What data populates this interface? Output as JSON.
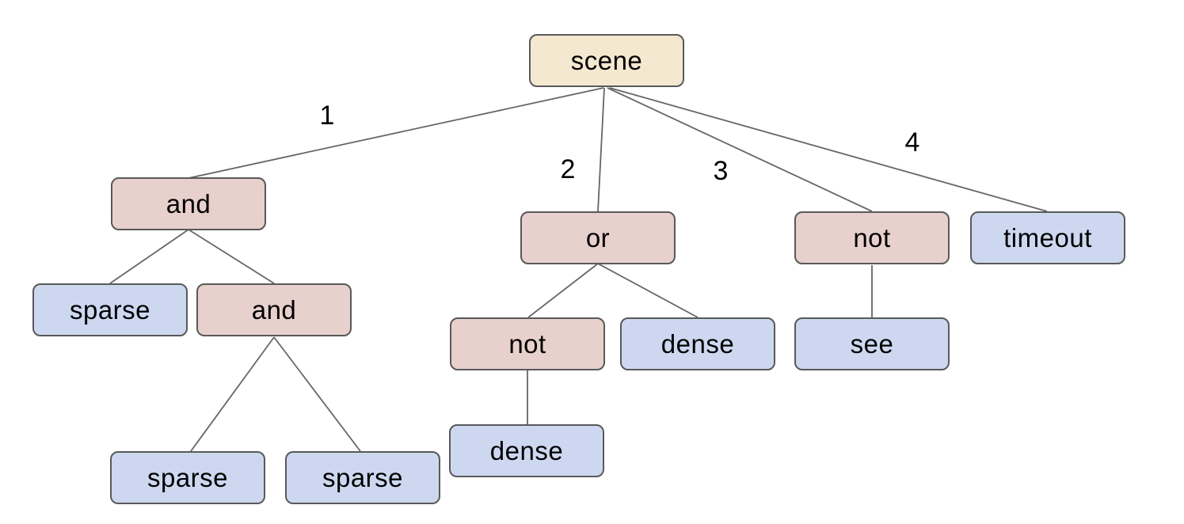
{
  "diagram": {
    "description": "behavior-tree of scene with logical operators",
    "colors": {
      "root_fill": "#f5e8d0",
      "operator_fill": "#e8d0cc",
      "leaf_fill": "#cdd8f0",
      "node_border": "#595959",
      "edge_line": "#666666",
      "text": "#000000",
      "background": "#ffffff"
    },
    "nodes": [
      {
        "id": "scene",
        "label": "scene",
        "kind": "root"
      },
      {
        "id": "and1",
        "label": "and",
        "kind": "operator"
      },
      {
        "id": "or1",
        "label": "or",
        "kind": "operator"
      },
      {
        "id": "not1",
        "label": "not",
        "kind": "operator"
      },
      {
        "id": "timeout1",
        "label": "timeout",
        "kind": "leaf"
      },
      {
        "id": "sparse1",
        "label": "sparse",
        "kind": "leaf"
      },
      {
        "id": "and2",
        "label": "and",
        "kind": "operator"
      },
      {
        "id": "not2",
        "label": "not",
        "kind": "operator"
      },
      {
        "id": "dense1",
        "label": "dense",
        "kind": "leaf"
      },
      {
        "id": "see1",
        "label": "see",
        "kind": "leaf"
      },
      {
        "id": "sparse2",
        "label": "sparse",
        "kind": "leaf"
      },
      {
        "id": "sparse3",
        "label": "sparse",
        "kind": "leaf"
      },
      {
        "id": "dense2",
        "label": "dense",
        "kind": "leaf"
      }
    ],
    "edges": [
      {
        "from": "scene",
        "to": "and1",
        "label": "1"
      },
      {
        "from": "scene",
        "to": "or1",
        "label": "2"
      },
      {
        "from": "scene",
        "to": "not1",
        "label": "3"
      },
      {
        "from": "scene",
        "to": "timeout1",
        "label": "4"
      },
      {
        "from": "and1",
        "to": "sparse1",
        "label": ""
      },
      {
        "from": "and1",
        "to": "and2",
        "label": ""
      },
      {
        "from": "and2",
        "to": "sparse2",
        "label": ""
      },
      {
        "from": "and2",
        "to": "sparse3",
        "label": ""
      },
      {
        "from": "or1",
        "to": "not2",
        "label": ""
      },
      {
        "from": "or1",
        "to": "dense1",
        "label": ""
      },
      {
        "from": "not2",
        "to": "dense2",
        "label": ""
      },
      {
        "from": "not1",
        "to": "see1",
        "label": ""
      }
    ]
  }
}
